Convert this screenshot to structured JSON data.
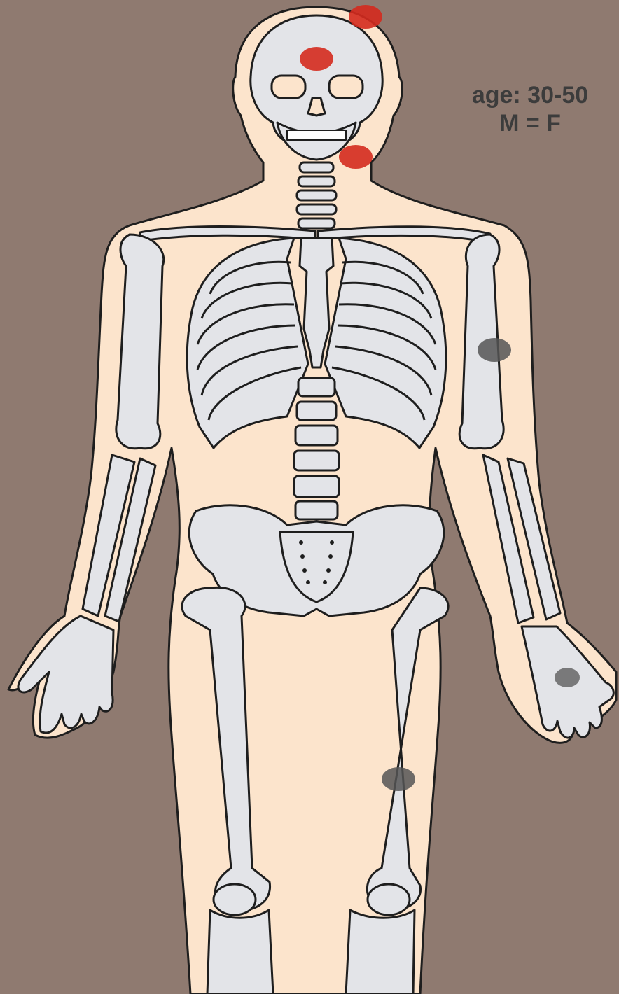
{
  "info": {
    "age": "age: 30-50",
    "sex_ratio": "M = F"
  },
  "colors": {
    "background": "#8f7a70",
    "skin": "#fce4cc",
    "bone": "#e3e4e8",
    "outline": "#1e1e1e",
    "primary_marker": "#d42a1e",
    "secondary_marker": "#555555"
  },
  "markers": [
    {
      "site": "skull-vertex",
      "type": "primary"
    },
    {
      "site": "frontal-bone",
      "type": "primary"
    },
    {
      "site": "mandible",
      "type": "primary"
    },
    {
      "site": "left-humerus",
      "type": "secondary"
    },
    {
      "site": "left-hand-metacarpal",
      "type": "secondary"
    },
    {
      "site": "left-femur",
      "type": "secondary"
    }
  ]
}
